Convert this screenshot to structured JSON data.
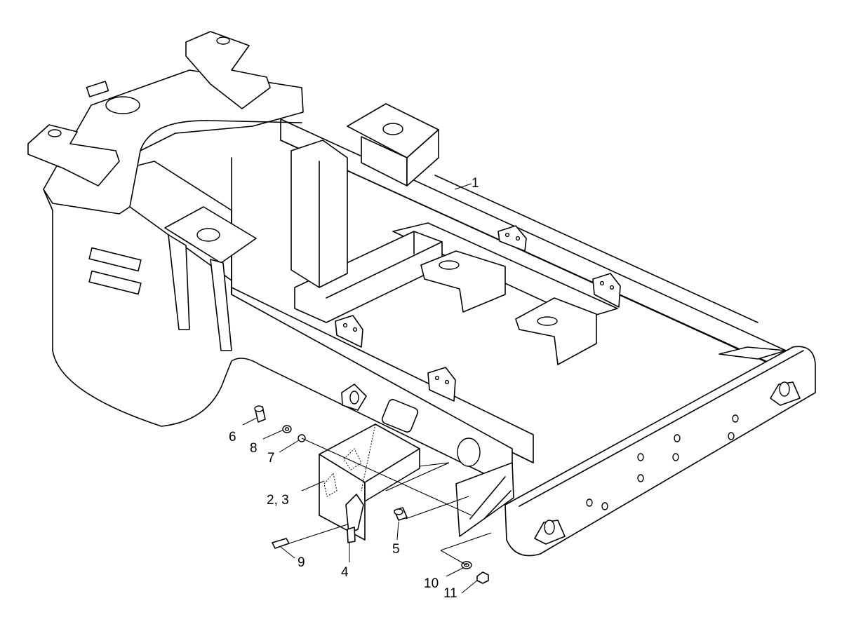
{
  "callouts": [
    {
      "id": "1",
      "label": "1"
    },
    {
      "id": "2-3",
      "label": "2, 3"
    },
    {
      "id": "4",
      "label": "4"
    },
    {
      "id": "5",
      "label": "5"
    },
    {
      "id": "6",
      "label": "6"
    },
    {
      "id": "7",
      "label": "7"
    },
    {
      "id": "8",
      "label": "8"
    },
    {
      "id": "9",
      "label": "9"
    },
    {
      "id": "10",
      "label": "10"
    },
    {
      "id": "11",
      "label": "11"
    }
  ]
}
